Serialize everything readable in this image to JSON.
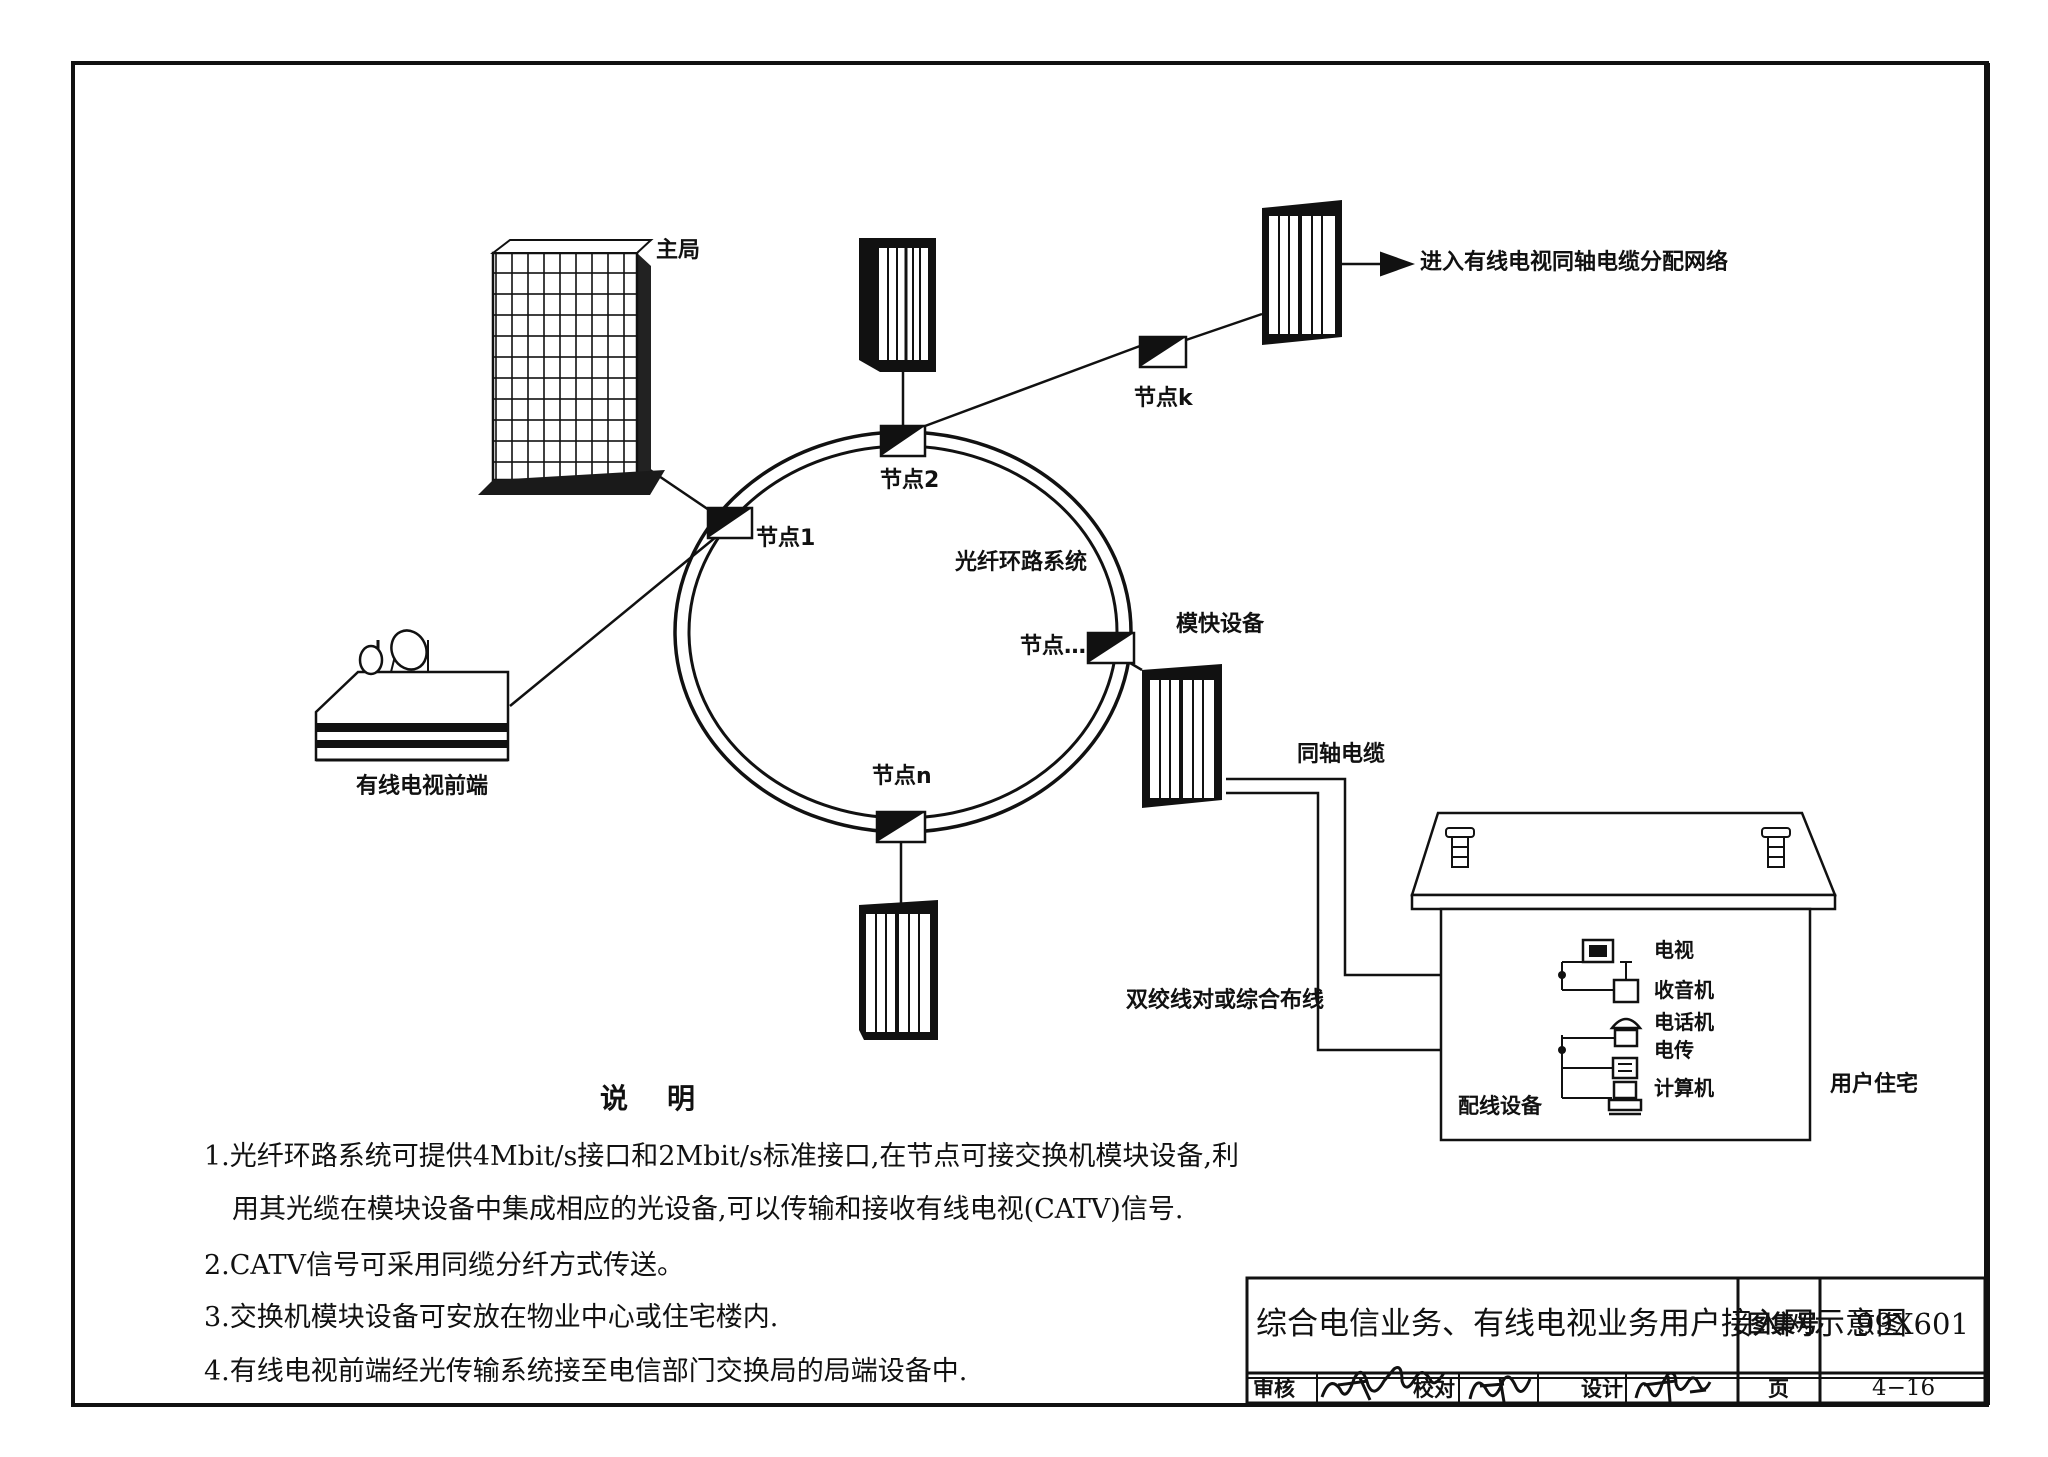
{
  "diagram": {
    "labels": {
      "main_office": "主局",
      "node1": "节点1",
      "node2": "节点2",
      "nodek": "节点k",
      "node_etc": "节点…",
      "noden": "节点n",
      "ring_system": "光纤环路系统",
      "module_equipment": "模快设备",
      "catv_headend": "有线电视前端",
      "to_catv_network": "进入有线电视同轴电缆分配网络",
      "coax_cable": "同轴电缆",
      "twisted_pair": "双绞线对或综合布线",
      "residence": "用户住宅",
      "distribution_equipment": "配线设备"
    },
    "devices": [
      "电视",
      "收音机",
      "电话机",
      "电传",
      "计算机"
    ]
  },
  "notes": {
    "heading": "说    明",
    "lines": [
      "1.光纤环路系统可提供4Mbit/s接口和2Mbit/s标准接口,在节点可接交换机模块设备,利",
      "用其光缆在模块设备中集成相应的光设备,可以传输和接收有线电视(CATV)信号.",
      "2.CATV信号可采用同缆分纤方式传送。",
      "3.交换机模块设备可安放在物业中心或住宅楼内.",
      "4.有线电视前端经光传输系统接至电信部门交换局的局端设备中."
    ]
  },
  "title_block": {
    "title": "综合电信业务、有线电视业务用户接入网示意图",
    "atlas_label": "图集号",
    "atlas_number": "99X601",
    "review_label": "审核",
    "check_label": "校对",
    "design_label": "设计",
    "page_label": "页",
    "page_number": "4−16"
  }
}
